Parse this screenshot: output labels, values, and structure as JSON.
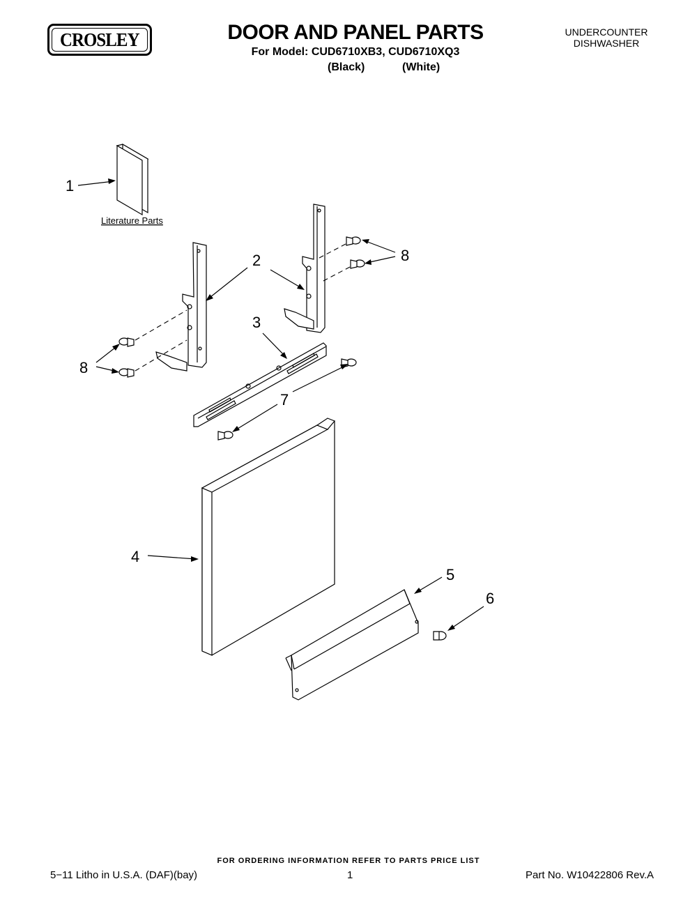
{
  "header": {
    "brand": "CROSLEY",
    "title": "DOOR AND PANEL PARTS",
    "model_line": "For Model: CUD6710XB3, CUD6710XQ3",
    "color_black": "(Black)",
    "color_white": "(White)",
    "product_line1": "UNDERCOUNTER",
    "product_line2": "DISHWASHER"
  },
  "diagram": {
    "literature_label": "Literature Parts",
    "callouts": {
      "c1": "1",
      "c2": "2",
      "c3": "3",
      "c4": "4",
      "c5": "5",
      "c6": "6",
      "c7": "7",
      "c8a": "8",
      "c8b": "8"
    }
  },
  "footer": {
    "ordering": "FOR ORDERING INFORMATION REFER TO PARTS PRICE LIST",
    "litho": "5−11 Litho in U.S.A. (DAF)(bay)",
    "page": "1",
    "part_no": "Part No. W10422806 Rev.A"
  }
}
